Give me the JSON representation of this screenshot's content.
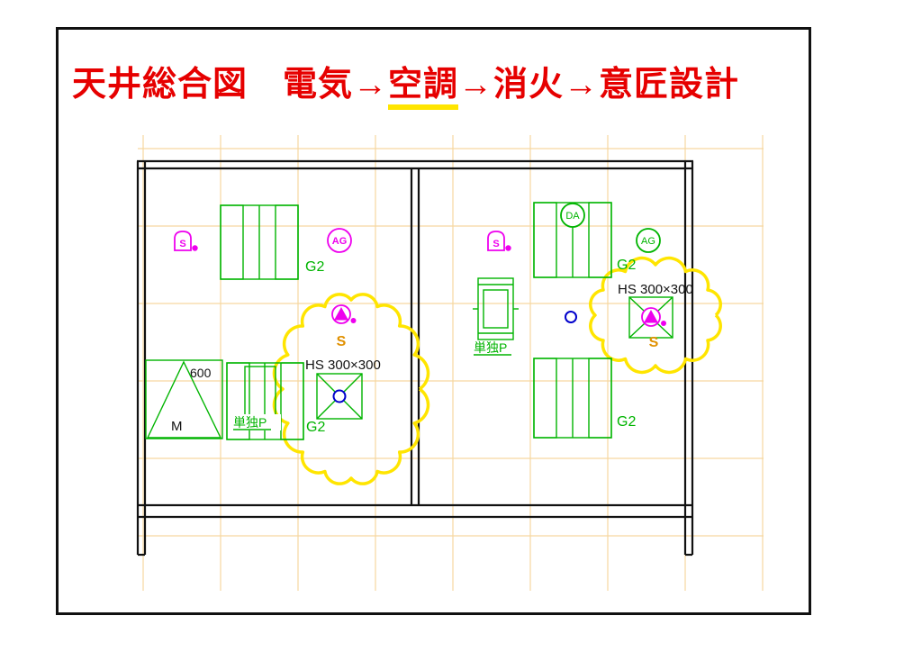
{
  "title": {
    "prefix": "天井総合図　電気→",
    "highlight": "空調",
    "suffix": "→消火→意匠設計"
  },
  "labels": {
    "g2": "G2",
    "ag": "AG",
    "da": "DA",
    "speaker": "S",
    "sprinkler": "S",
    "hs_size": "HS 300×300",
    "standalone_p": "単独P",
    "door_width": "600",
    "door_mark": "M"
  },
  "colors": {
    "title_red": "#e60000",
    "underline_yellow": "#ffe500",
    "cloud_yellow": "#ffe500",
    "cad_green": "#00b400",
    "magenta": "#ee00ee",
    "blue": "#0000cc",
    "grid_tan": "#f6d7a0",
    "wall_black": "#111111",
    "label_orange": "#e09000"
  }
}
